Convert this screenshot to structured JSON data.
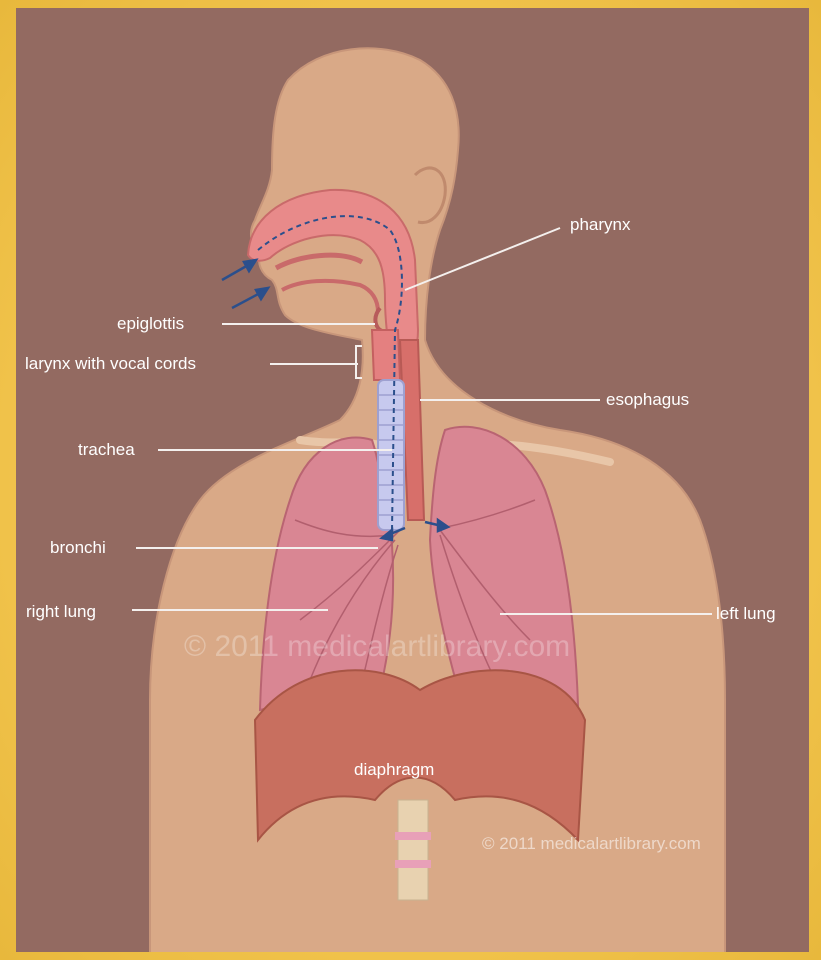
{
  "labels": {
    "pharynx": "pharynx",
    "epiglottis": "epiglottis",
    "larynx": "larynx with vocal cords",
    "esophagus": "esophagus",
    "trachea": "trachea",
    "bronchi": "bronchi",
    "right_lung": "right lung",
    "left_lung": "left lung",
    "diaphragm": "diaphragm"
  },
  "watermarks": {
    "center": "© 2011 medicalartlibrary.com",
    "corner": "© 2011 medicalartlibrary.com"
  },
  "colors": {
    "frame": "#f0c24a",
    "background": "#936a61",
    "skin": "#d9a987",
    "lung": "#d98693",
    "airway": "#e88a8a",
    "trachea": "#c7c9ee",
    "diaphragm": "#c86f5f",
    "arrow": "#2b4f8c",
    "label": "#ffffff"
  }
}
